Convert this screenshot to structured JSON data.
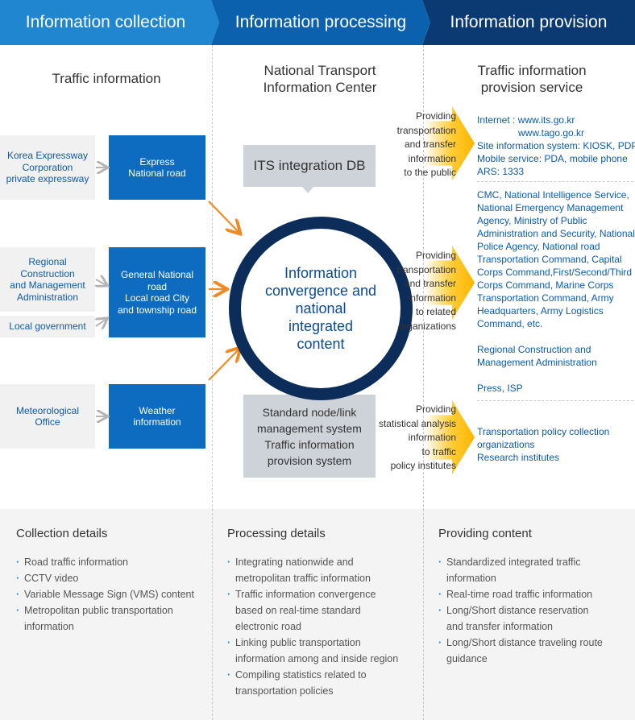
{
  "headers": {
    "collection": "Information collection",
    "processing": "Information processing",
    "provision": "Information provision"
  },
  "sections": {
    "traffic_information": "Traffic information",
    "ntic_line1": "National Transport",
    "ntic_line2": "Information Center",
    "service_line1": "Traffic information",
    "service_line2": "provision service"
  },
  "sources": {
    "expressway": [
      "Korea Expressway",
      "Corporation",
      "private expressway"
    ],
    "regional": [
      "Regional",
      "Construction",
      "and Management",
      "Administration"
    ],
    "local": "Local government",
    "meteo": [
      "Meteorological",
      "Office"
    ]
  },
  "roads": {
    "express": [
      "Express",
      "National road"
    ],
    "general": [
      "General National",
      "road",
      "Local road City",
      "and township road"
    ],
    "weather": [
      "Weather",
      "information"
    ]
  },
  "processing": {
    "its_db": "ITS integration DB",
    "circle": [
      "Information",
      "convergence and",
      "national",
      "integrated",
      "content"
    ],
    "standard": [
      "Standard node/link",
      "management system",
      "Traffic information",
      "provision system"
    ]
  },
  "arrows": {
    "public": [
      "Providing",
      "transportation",
      "and transfer",
      "information",
      "to the public"
    ],
    "orgs": [
      "Providing",
      "transportation",
      "and transfer",
      "information",
      "to related",
      "organizations"
    ],
    "stats": [
      "Providing",
      "statistical analysis",
      "information",
      "to traffic",
      "policy institutes"
    ]
  },
  "provision": {
    "public": [
      "Internet : www.its.go.kr",
      "               www.tago.go.kr",
      "Site information system: KIOSK, PDP",
      "Mobile service: PDA, mobile phone",
      "ARS: 1333"
    ],
    "orgs": [
      "CMC, National Intelligence Service,",
      "National Emergency Management",
      "Agency, Ministry of Public",
      "Administration and Security, National",
      "Police Agency, National road",
      "Transportation Command, Capital",
      "Corps Command,First/Second/Third",
      "Corps Command, Marine Corps",
      "Transportation Command, Army",
      "Headquarters, Army Logistics",
      "Command, etc."
    ],
    "regional": [
      "Regional Construction and",
      "Management Administration"
    ],
    "press": "Press, ISP",
    "stats": [
      "Transportation policy collection",
      "organizations",
      "Research institutes"
    ]
  },
  "details": {
    "collection": {
      "title": "Collection details",
      "items": [
        [
          "Road traffic information"
        ],
        [
          "CCTV video"
        ],
        [
          "Variable Message Sign (VMS) content"
        ],
        [
          "Metropolitan public transportation",
          "information"
        ]
      ]
    },
    "processing": {
      "title": "Processing details",
      "items": [
        [
          "Integrating nationwide and",
          "metropolitan traffic information"
        ],
        [
          "Traffic information convergence",
          "based on real-time standard",
          "electronic road"
        ],
        [
          "Linking public transportation",
          "information among and inside region"
        ],
        [
          "Compiling statistics related to",
          "transportation policies"
        ]
      ]
    },
    "providing": {
      "title": "Providing content",
      "items": [
        [
          "Standardized integrated traffic",
          "information"
        ],
        [
          "Real-time road traffic information"
        ],
        [
          "Long/Short distance reservation",
          "and transfer information"
        ],
        [
          "Long/Short distance traveling route",
          "guidance"
        ]
      ]
    }
  },
  "colors": {
    "header_collection": "#1f86cf",
    "header_processing": "#0b61ae",
    "header_provision": "#0b3a73",
    "road_box": "#0d6cbf",
    "circle_ring": "#0c2d5a",
    "link_text": "#0e5aa7",
    "flow_arrow": "#f08a24",
    "provision_arrow": "#ffbb22"
  }
}
